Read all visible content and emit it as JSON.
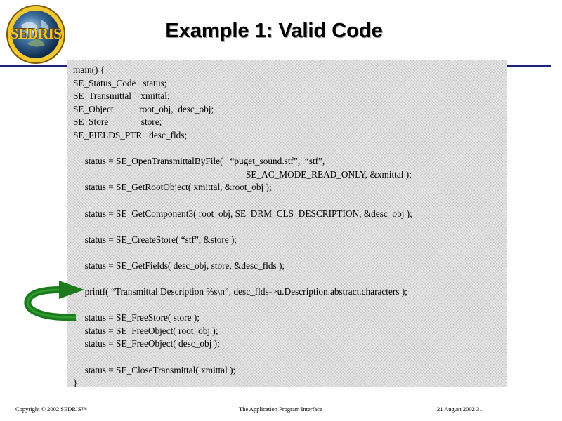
{
  "logo": {
    "text": "SEDRIS"
  },
  "slide": {
    "title": "Example 1: Valid Code"
  },
  "code_lines": [
    "main() {",
    "SE_Status_Code   status;",
    "SE_Transmittal    xmittal;",
    "SE_Object           root_obj,  desc_obj;",
    "SE_Store              store;",
    "SE_FIELDS_PTR   desc_flds;",
    "",
    "     status = SE_OpenTransmittalByFile(   “puget_sound.stf”,  “stf”,",
    "                                                                          SE_AC_MODE_READ_ONLY, &xmittal );",
    "     status = SE_GetRootObject( xmittal, &root_obj );",
    "",
    "     status = SE_GetComponent3( root_obj, SE_DRM_CLS_DESCRIPTION, &desc_obj );",
    "",
    "     status = SE_CreateStore( “stf”, &store );",
    "",
    "     status = SE_GetFields( desc_obj, store, &desc_flds );",
    "",
    "     printf( “Transmittal Description %s\\n”, desc_flds->u.Description.abstract.characters );",
    "",
    "     status = SE_FreeStore( store );",
    "     status = SE_FreeObject( root_obj );",
    "     status = SE_FreeObject( desc_obj );",
    "",
    "     status = SE_CloseTransmittal( xmittal );",
    "}"
  ],
  "footer": {
    "copyright": "Copyright © 2002 SEDRIS™",
    "center": "The Application Program Interface",
    "date_page": "21 August 2002 31"
  },
  "colors": {
    "rule": "#1a237e",
    "arrow": "#1b7a1b",
    "logo_ring": "#f2c832"
  },
  "icons": {
    "logo": "sedris-globe-logo",
    "pointer": "curved-arrow-icon"
  }
}
